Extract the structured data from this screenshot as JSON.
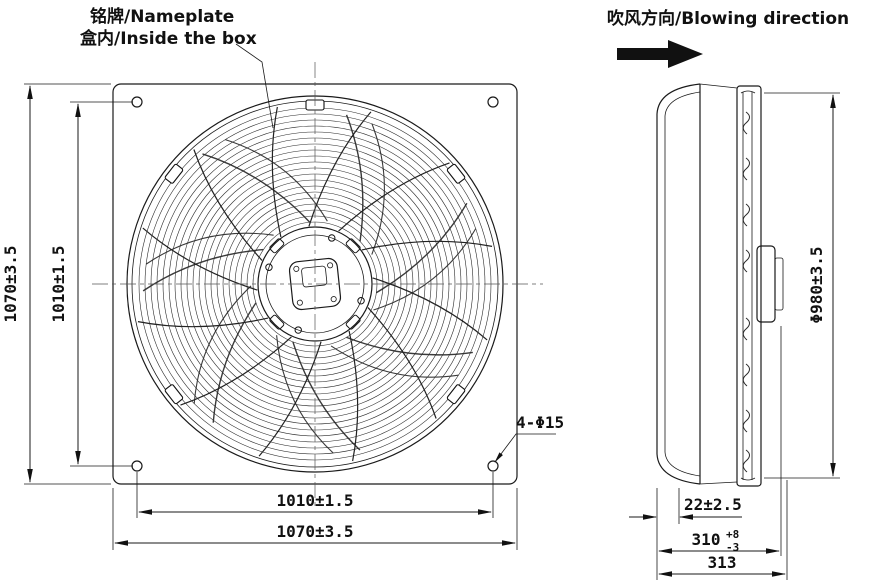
{
  "page": {
    "background": "#ffffff",
    "line_color": "#1a1a1a"
  },
  "annotations": {
    "nameplate": {
      "line1": "铭牌/Nameplate",
      "line2": "盒内/Inside the box"
    },
    "blowing_direction": "吹风方向/Blowing direction",
    "corner_holes": "4-Φ15"
  },
  "front_view": {
    "overall_height": "1070±3.5",
    "hole_spacing_vertical": "1010±1.5",
    "hole_spacing_horizontal": "1010±1.5",
    "overall_width": "1070±3.5"
  },
  "side_view": {
    "impeller_diameter": "Φ980±3.5",
    "flange_depth": "22±2.5",
    "depth_value": "310",
    "depth_upper_tolerance": "+8",
    "depth_lower_tolerance": "-3",
    "overall_depth": "313"
  }
}
